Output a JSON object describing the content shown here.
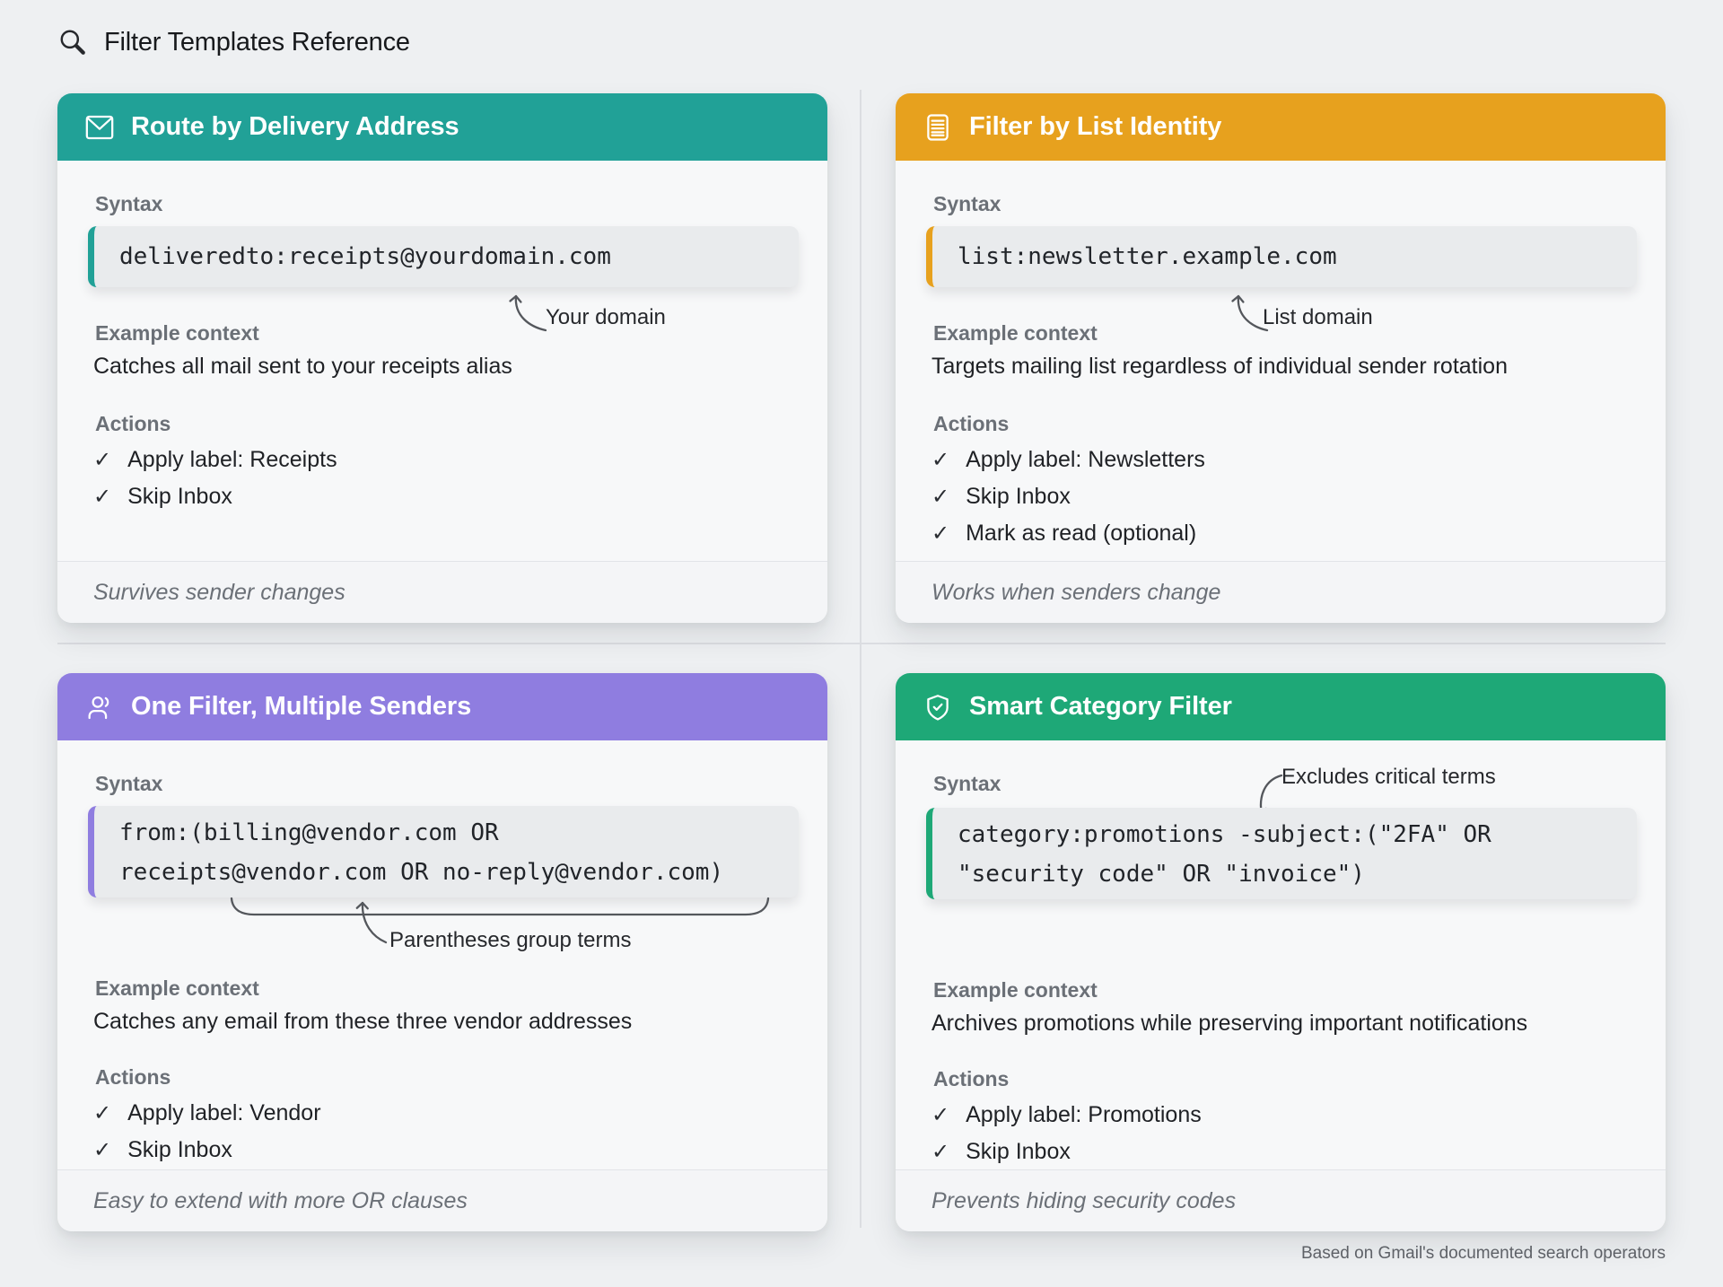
{
  "page": {
    "title": "Filter Templates Reference",
    "attribution": "Based on Gmail's documented search operators"
  },
  "labels": {
    "syntax": "Syntax",
    "example_context": "Example context",
    "actions": "Actions",
    "check": "✓"
  },
  "cards": [
    {
      "title": "Route by Delivery Address",
      "icon": "envelope-icon",
      "accent": "#21A197",
      "code_lines": [
        "deliveredto:receipts@yourdomain.com"
      ],
      "annotation": "Your domain",
      "context": "Catches all mail sent to your receipts alias",
      "actions": [
        "Apply label: Receipts",
        "Skip Inbox"
      ],
      "footer": "Survives sender changes"
    },
    {
      "title": "Filter by List Identity",
      "icon": "list-icon",
      "accent": "#E7A11E",
      "code_lines": [
        "list:newsletter.example.com"
      ],
      "annotation": "List domain",
      "context": "Targets mailing list regardless of individual sender rotation",
      "actions": [
        "Apply label: Newsletters",
        "Skip Inbox",
        "Mark as read (optional)"
      ],
      "footer": "Works when senders change"
    },
    {
      "title": "One Filter, Multiple Senders",
      "icon": "users-icon",
      "accent": "#8F7DE0",
      "code_lines": [
        "from:(billing@vendor.com OR",
        "receipts@vendor.com OR no-reply@vendor.com)"
      ],
      "annotation": "Parentheses group terms",
      "context": "Catches any email from these three vendor addresses",
      "actions": [
        "Apply label: Vendor",
        "Skip Inbox"
      ],
      "footer": "Easy to extend with more OR clauses"
    },
    {
      "title": "Smart Category Filter",
      "icon": "shield-check-icon",
      "accent": "#1EA877",
      "code_lines": [
        "category:promotions -subject:(\"2FA\" OR",
        "\"security code\" OR \"invoice\")"
      ],
      "annotation": "Excludes critical terms",
      "context": "Archives promotions while preserving important notifications",
      "actions": [
        "Apply label: Promotions",
        "Skip Inbox"
      ],
      "footer": "Prevents hiding security codes"
    }
  ]
}
